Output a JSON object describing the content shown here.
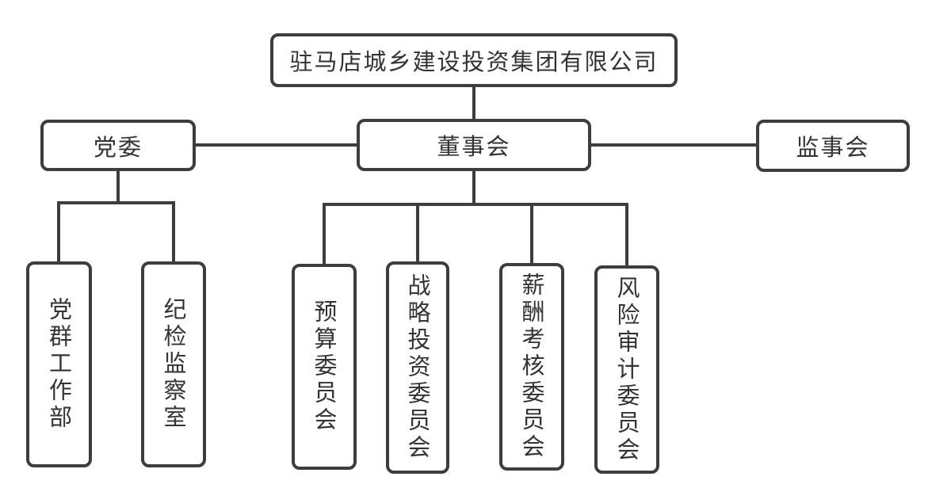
{
  "diagram": {
    "type": "org-chart",
    "colors": {
      "line": "#3d3d3d",
      "box_border": "#3d3d3d",
      "text": "#333333",
      "background": "#ffffff"
    },
    "root": {
      "label": "驻马店城乡建设投资集团有限公司"
    },
    "level2": [
      {
        "id": "party-committee",
        "label": "党委"
      },
      {
        "id": "board-of-directors",
        "label": "董事会"
      },
      {
        "id": "supervisory-board",
        "label": "监事会"
      }
    ],
    "party_children": [
      {
        "label": "党群工作部"
      },
      {
        "label": "纪检监察室"
      }
    ],
    "board_children": [
      {
        "label": "预算委员会"
      },
      {
        "label": "战略投资委员会"
      },
      {
        "label": "薪酬考核委员会"
      },
      {
        "label": "风险审计委员会"
      }
    ]
  }
}
